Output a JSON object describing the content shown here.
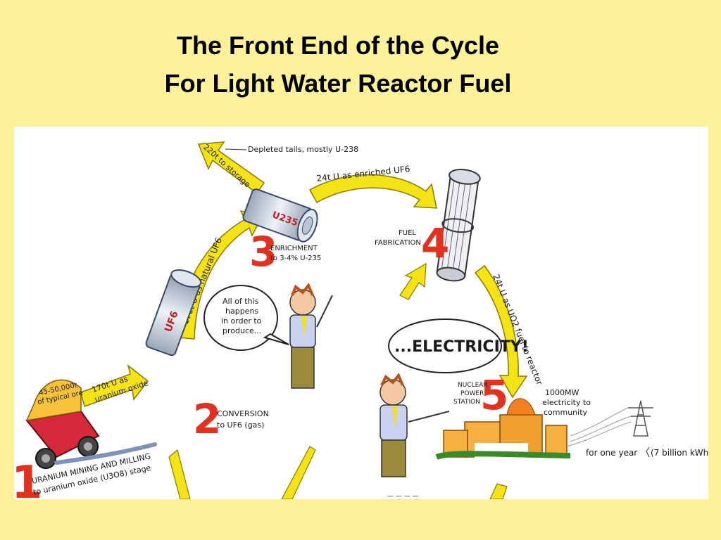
{
  "slide": {
    "title_line1": "The Front End of the Cycle",
    "title_line2": "For Light Water Reactor Fuel"
  },
  "stages": [
    {
      "number": "1",
      "label_line1": "URANIUM MINING AND MILLING",
      "label_line2": "to uranium oxide (U3O8) stage"
    },
    {
      "number": "2",
      "label_line1": "CONVERSION",
      "label_line2": "to UF6 (gas)"
    },
    {
      "number": "3",
      "label_line1": "ENRICHMENT",
      "label_line2": "to 3-4% U-235"
    },
    {
      "number": "4",
      "label_line1": "FUEL",
      "label_line2": "FABRICATION"
    },
    {
      "number": "5",
      "label_line1": "NUCLEAR",
      "label_line2": "POWER",
      "label_line3": "STATION"
    }
  ],
  "flows": {
    "ore_line1": "45-50,000t",
    "ore_line2": "of typical ore",
    "oxide_line1": "170t U as",
    "oxide_line2": "uranium oxide",
    "natural_uf6": "170t U as natural UF6",
    "storage": "220t to storage",
    "tails": "Depleted tails, mostly U-238",
    "enriched": "24t U as enriched UF6",
    "fuel": "24t U as UO2 fuel to reactor"
  },
  "labels": {
    "cylinder_u235": "U235",
    "cylinder_uf6": "UF6",
    "speech_line1": "All of this",
    "speech_line2": "happens",
    "speech_line3": "in order to",
    "speech_line4": "produce...",
    "electricity": "...ELECTRICITY!",
    "output_line1": "1000MW",
    "output_line2": "electricity to",
    "output_line3": "community",
    "per_year": "for one year",
    "kwh": "(7 billion kWh)"
  },
  "colors": {
    "background": "#fdf19a",
    "arrow": "#f5e316",
    "arrow_outline": "#8a7a00",
    "stage_number": "#e0321e",
    "truck": "#d8283c",
    "plant": "#f0a030"
  }
}
